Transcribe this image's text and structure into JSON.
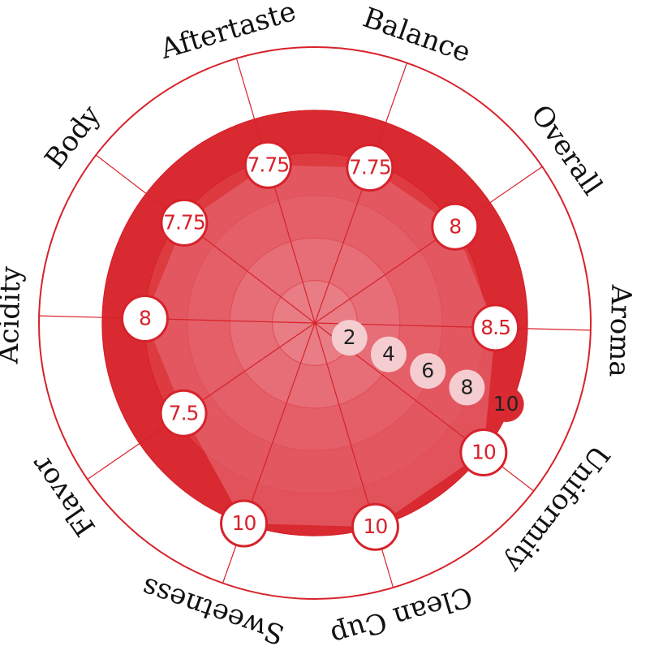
{
  "chart_data": {
    "type": "radar",
    "categories": [
      "Aroma",
      "Uniformity",
      "Clean Cup",
      "Sweetness",
      "Flavor",
      "Acidity",
      "Body",
      "Aftertaste",
      "Balance",
      "Overall"
    ],
    "values": [
      8.5,
      10,
      10,
      10,
      7.5,
      8,
      7.75,
      7.75,
      7.75,
      8
    ],
    "value_labels": [
      "8.5",
      "10",
      "10",
      "10",
      "7.5",
      "8",
      "7.75",
      "7.75",
      "7.75",
      "8"
    ],
    "rlim": [
      0,
      10
    ],
    "ticks": [
      2,
      4,
      6,
      8,
      10
    ],
    "tick_labels": [
      "2",
      "4",
      "6",
      "8",
      "10"
    ],
    "grid": true
  },
  "colors": {
    "accent": "#d7222b",
    "area_fill": "#e4636c",
    "ring_fills": [
      "#f2c2c5",
      "#eb8d93",
      "#e3575f",
      "#dd3b40",
      "#d92a31"
    ],
    "tick_badge_light": "#f5cdd0",
    "tick_badge_dark": "#d92a31"
  }
}
